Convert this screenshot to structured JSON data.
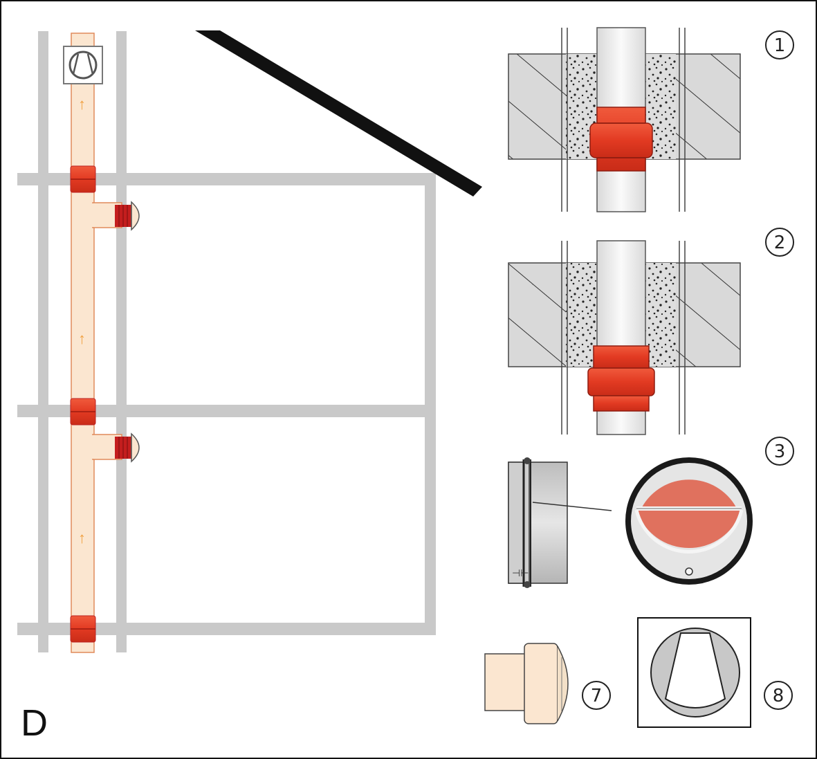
{
  "figure": {
    "panel_letter": "D",
    "detail_labels": [
      "1",
      "2",
      "3",
      "7",
      "8"
    ],
    "colors": {
      "structure_grey": "#c9c9c9",
      "pipe_fill": "#fbe6d0",
      "sleeve_red": "#e8412a",
      "valve_red": "#e0715e",
      "concrete_grey": "#d9d9d9",
      "roof_black": "#111111"
    }
  }
}
